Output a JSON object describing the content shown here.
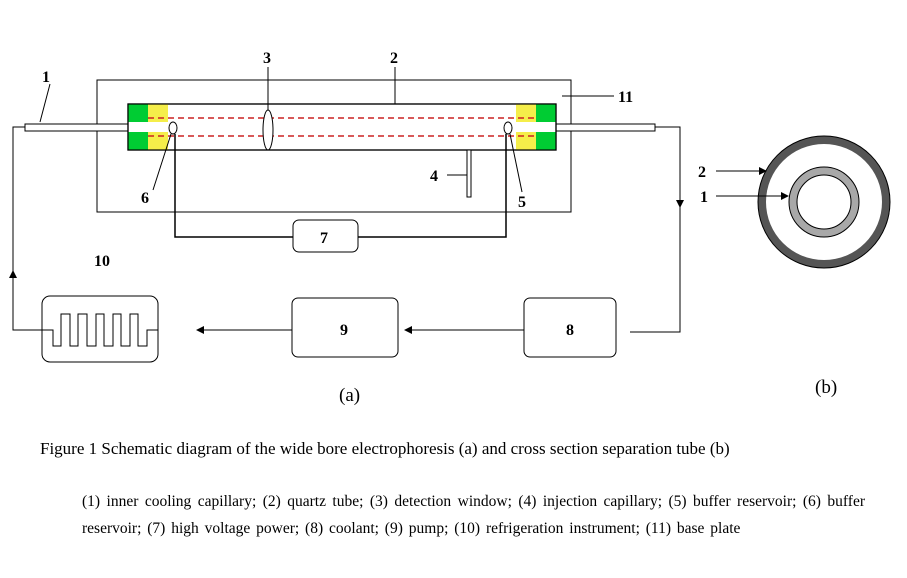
{
  "diagram": {
    "labels": {
      "n1": "1",
      "n2": "2",
      "n3": "3",
      "n4": "4",
      "n5": "5",
      "n6": "6",
      "n7": "7",
      "n8": "8",
      "n9": "9",
      "n10": "10",
      "n11": "11",
      "b2": "2",
      "b1": "1"
    },
    "panel_a": "(a)",
    "panel_b": "(b)",
    "colors": {
      "line": "#000000",
      "buffer_green": "#00cc33",
      "buffer_yellow": "#f5ee4a",
      "capillary_dashed": "#cc2222",
      "tube_outer_ring": "#555555",
      "tube_inner_ring": "#a8a8a8"
    }
  },
  "caption": "Figure 1  Schematic diagram of the wide bore electrophoresis (a) and cross section separation tube (b)",
  "legend": "(1) inner cooling capillary; (2) quartz tube; (3) detection window; (4) injection capillary; (5) buffer reservoir; (6) buffer reservoir; (7) high voltage power; (8) coolant; (9) pump; (10) refrigeration instrument; (11) base plate"
}
